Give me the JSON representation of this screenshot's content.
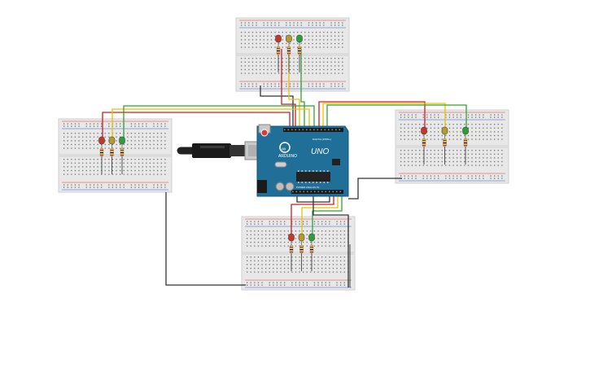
{
  "circuit": {
    "arduino": {
      "brand": "ARDUINO",
      "model": "UNO",
      "header_label_top": "DIGITAL (PWM~)",
      "header_label_bottom": "POWER   ANALOG IN",
      "board_color": "#1f6f99",
      "ic_color": "#222222"
    },
    "led_colors": {
      "red": "#c0392b",
      "yellow": "#b59b2e",
      "green": "#2f9e3a"
    },
    "wire_colors": {
      "red": "#cc1f1f",
      "yellow": "#e3c400",
      "green": "#2fa52f",
      "black": "#333333"
    },
    "breadboard_color": "#e8e8e8",
    "traffic_lights": [
      {
        "name": "top",
        "leds": [
          "red",
          "yellow",
          "green"
        ]
      },
      {
        "name": "left",
        "leds": [
          "red",
          "yellow",
          "green"
        ]
      },
      {
        "name": "right",
        "leds": [
          "red",
          "yellow",
          "green"
        ]
      },
      {
        "name": "bottom",
        "leds": [
          "red",
          "yellow",
          "green"
        ]
      }
    ],
    "usb_cable": "usb-b"
  }
}
